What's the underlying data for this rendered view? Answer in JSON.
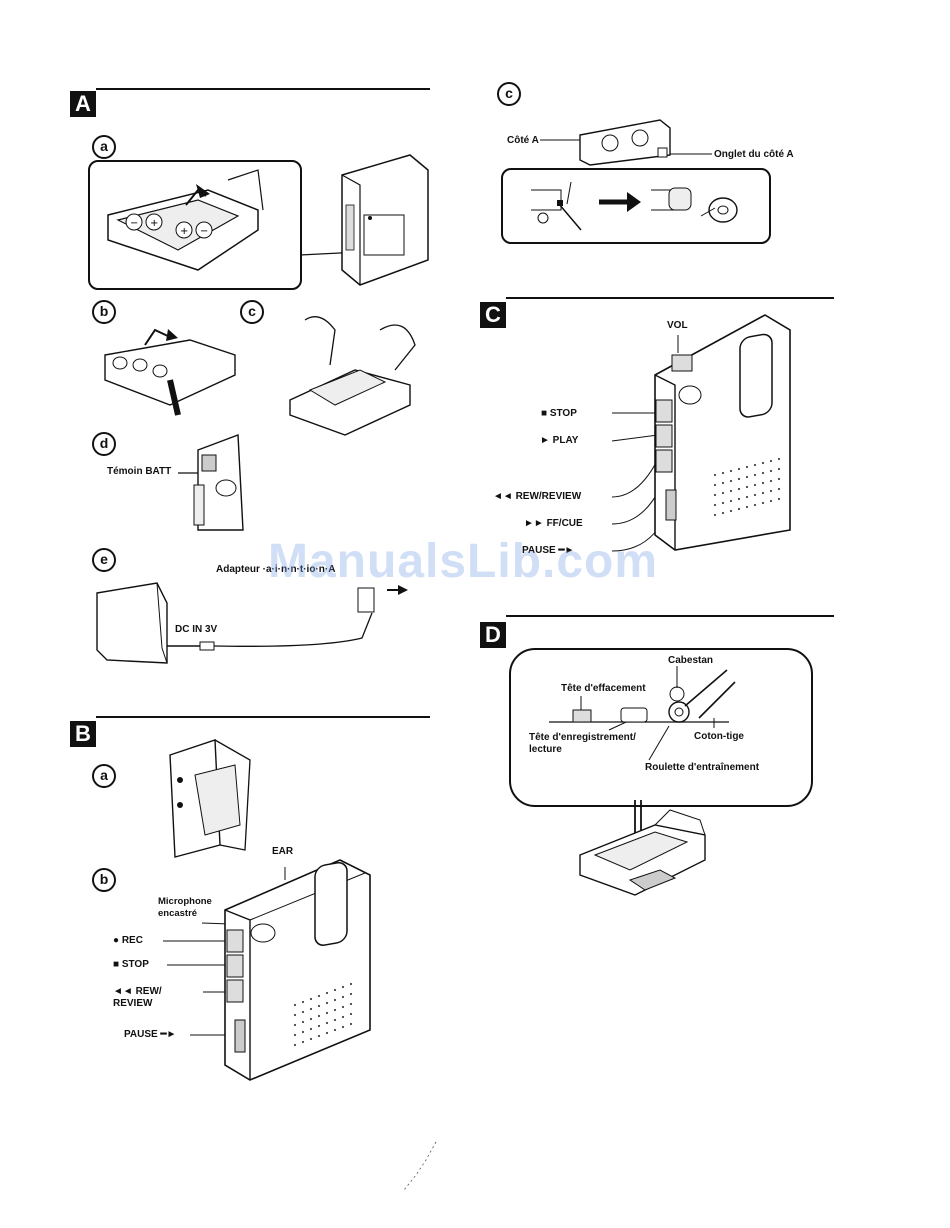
{
  "sections": {
    "a": {
      "letter": "A"
    },
    "b": {
      "letter": "B"
    },
    "c": {
      "letter": "C"
    },
    "d": {
      "letter": "D"
    }
  },
  "steps": {
    "a_a": "a",
    "a_b": "b",
    "a_c": "c",
    "a_d": "d",
    "a_e": "e",
    "a_cassette": "c",
    "b_a": "a",
    "b_b": "b"
  },
  "labels": {
    "temoin_batt": "Témoin BATT",
    "adapteur": "Adapteur ·a·i·n·n·t·io·n·A",
    "dc_in": "DC IN 3V",
    "cote_a": "Côté A",
    "onglet": "Onglet du côté A",
    "vol": "VOL",
    "stop_c": "■ STOP",
    "play_c": "► PLAY",
    "rew_c": "◄◄ REW/REVIEW",
    "ff_c": "►► FF/CUE",
    "pause_c": "PAUSE ━►",
    "ear": "EAR",
    "mic_line1": "Microphone",
    "mic_line2": "encastré",
    "rec_b": "● REC",
    "stop_b": "■ STOP",
    "rew_b_line1": "◄◄ REW/",
    "rew_b_line2": "REVIEW",
    "pause_b": "PAUSE ━►",
    "cabestan": "Cabestan",
    "tete_eff": "Tête d'effacement",
    "tete_enr_line1": "Tête d'enregistrement/",
    "tete_enr_line2": "lecture",
    "coton": "Coton-tige",
    "roulette": "Roulette d'entraînement"
  },
  "watermark": "ManualsLib.com"
}
